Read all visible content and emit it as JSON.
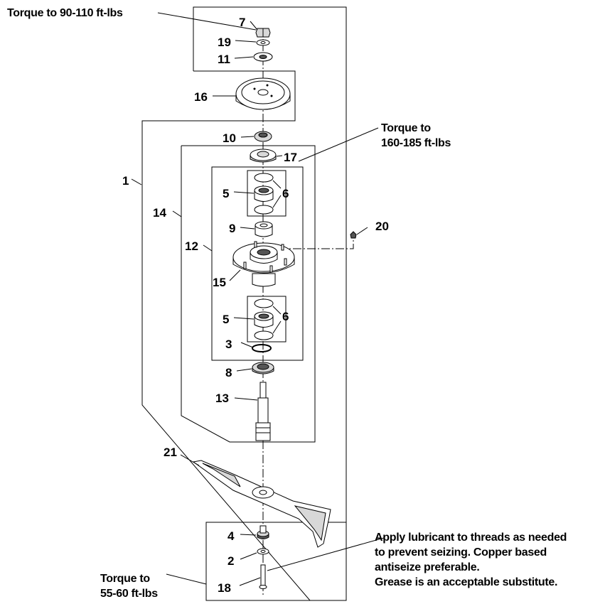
{
  "notes": {
    "torque_top": "Torque to 90-110 ft-lbs",
    "torque_mid_line1": "Torque to",
    "torque_mid_line2": "160-185 ft-lbs",
    "torque_bottom_line1": "Torque to",
    "torque_bottom_line2": "55-60 ft-lbs",
    "lubricant_line1": "Apply lubricant to threads as needed",
    "lubricant_line2": "to prevent seizing.  Copper based",
    "lubricant_line3": "antiseize preferable.",
    "lubricant_line4": "Grease is an acceptable substitute."
  },
  "callouts": {
    "c7": "7",
    "c19": "19",
    "c11": "11",
    "c16": "16",
    "c10": "10",
    "c17": "17",
    "c1": "1",
    "c14": "14",
    "c5a": "5",
    "c6a": "6",
    "c9": "9",
    "c20": "20",
    "c12": "12",
    "c15": "15",
    "c5b": "5",
    "c6b": "6",
    "c3": "3",
    "c8": "8",
    "c13": "13",
    "c21": "21",
    "c4": "4",
    "c2": "2",
    "c18": "18"
  }
}
